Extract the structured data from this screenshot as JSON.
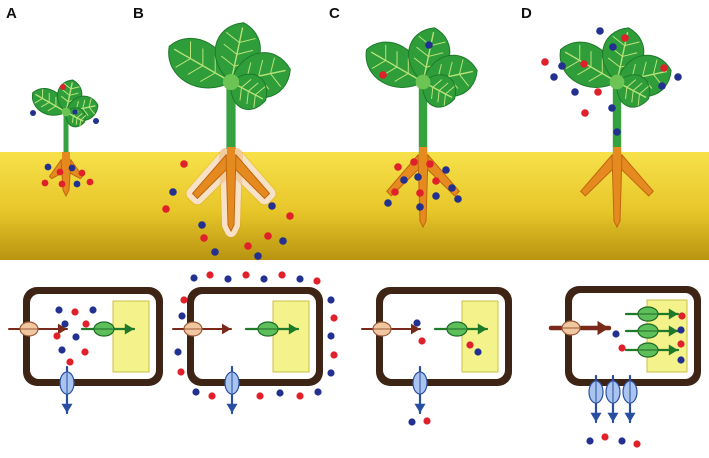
{
  "panels": [
    {
      "id": "A",
      "label": "A"
    },
    {
      "id": "B",
      "label": "B"
    },
    {
      "id": "C",
      "label": "C"
    },
    {
      "id": "D",
      "label": "D"
    }
  ],
  "colors": {
    "soil_top": "#f7e14a",
    "soil_bottom": "#b89410",
    "leaf": "#2f9e3a",
    "leaf_vein": "#b9e27a",
    "stem": "#35a23f",
    "root": "#e58a1f",
    "ion_red": "#e0202a",
    "ion_blue": "#22318f",
    "cell_wall": "#3d2415",
    "vacuole": "#f4f28a",
    "influx_arrow": "#7a2a1a",
    "efflux_arrow": "#2a4fa0",
    "sequestration_arrow": "#1f7a2a",
    "influx_transporter": "#f1c7a2",
    "efflux_transporter": "#a9c4ee",
    "vacuolar_transporter": "#5cbf5a"
  },
  "icons": {
    "plant": "seedling-icon",
    "cell": "plant-cell-icon",
    "ion": "ion-dot-icon",
    "transporter": "membrane-transporter-icon"
  }
}
